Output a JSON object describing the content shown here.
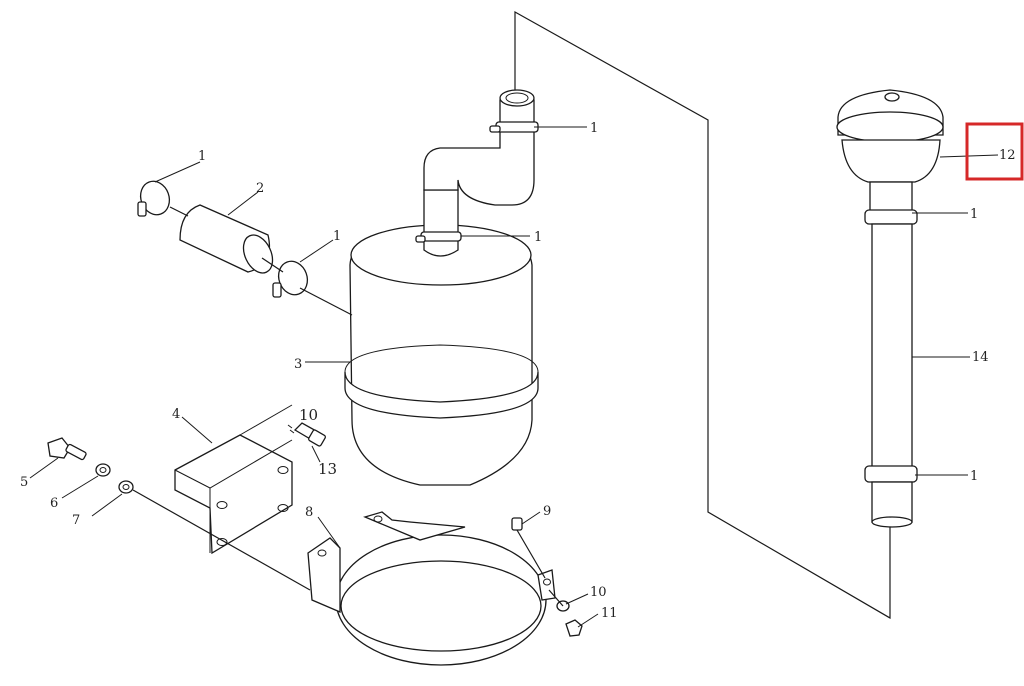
{
  "callouts": {
    "c1_top_pipe": "1",
    "c1_left_clamp": "1",
    "c2_hose": "2",
    "c1_right_clamp": "1",
    "c1_tank_clamp": "1",
    "c3_tank": "3",
    "c4_bracket": "4",
    "c10_upper": "10",
    "c13_bolt": "13",
    "c5_bolt": "5",
    "c6_washer": "6",
    "c7_washer": "7",
    "c8_strap": "8",
    "c9_screw": "9",
    "c10_lower": "10",
    "c11_nut": "11",
    "c12_cap": "12",
    "c1_stack_top": "1",
    "c14_stack": "14",
    "c1_stack_bottom": "1"
  },
  "highlight_color": "#d62828"
}
